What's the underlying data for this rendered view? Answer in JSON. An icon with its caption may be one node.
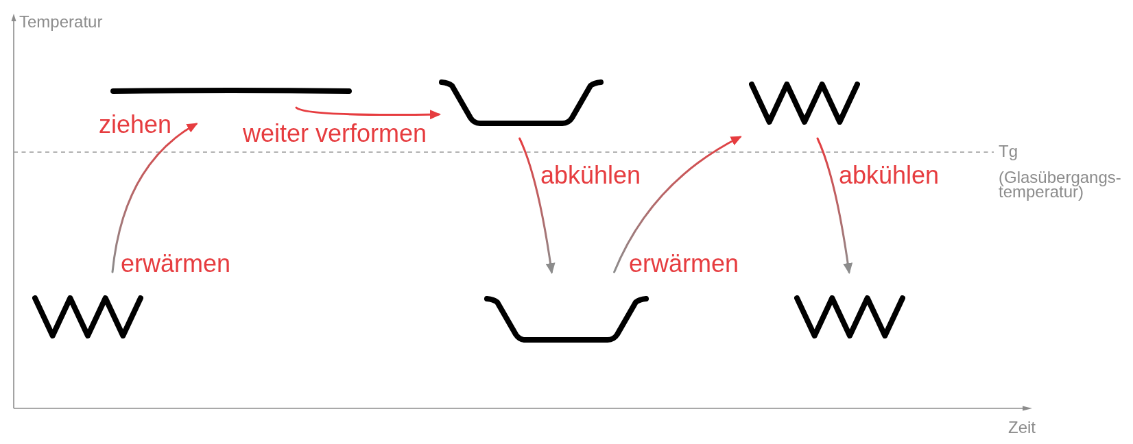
{
  "diagram": {
    "nodes": [
      {
        "text": [],
        "shape": "zigzag"
      },
      {
        "text": [],
        "shape": "line"
      },
      {
        "text": [],
        "shape": "trough"
      },
      {
        "text": [],
        "shape": "trough"
      },
      {
        "text": [],
        "shape": "zigzag"
      },
      {
        "text": [],
        "shape": "zigzag"
      }
    ],
    "edges": [
      {
        "from": 0,
        "to": 1,
        "arrow": "to",
        "label": "erwärmen"
      },
      {
        "from": 1,
        "to": 2,
        "arrow": "to",
        "label": "weiter verformen",
        "color": "#e63c3f"
      },
      {
        "from": 2,
        "to": 3,
        "arrow": "to",
        "label": "abkühlen"
      },
      {
        "from": 3,
        "to": 4,
        "arrow": "to",
        "label": "erwärmen"
      },
      {
        "from": 4,
        "to": 5,
        "arrow": "to",
        "label": "abkühlen"
      }
    ],
    "labels": [
      "Temperatur",
      "ziehen",
      "Tg",
      "(Glasübergangs- temperatur)",
      "Zeit"
    ]
  }
}
